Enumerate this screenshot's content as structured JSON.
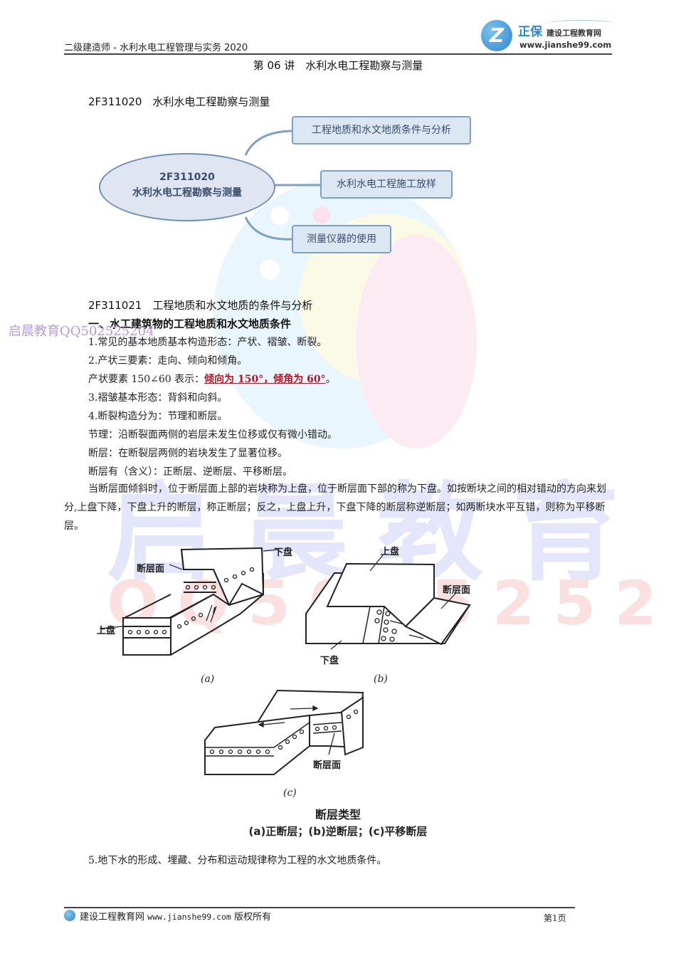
{
  "header": {
    "doc_series": "二级建造师 - 水利水电工程管理与实务 2020",
    "logo": {
      "brand": "正保",
      "sub": "建设工程教育网",
      "url": "www.jianshe99.com"
    },
    "title": "第 06 讲　水利水电工程勘察与测量"
  },
  "section1": {
    "heading": "2F311020　水利水电工程勘察与测量",
    "mindmap": {
      "center_code": "2F311020",
      "center_title": "水利水电工程勘察与测量",
      "branches": [
        "工程地质和水文地质条件与分析",
        "水利水电工程施工放样",
        "测量仪器的使用"
      ]
    }
  },
  "section2": {
    "heading": "2F311021　工程地质和水文地质的条件与分析",
    "subheading": "一、水工建筑物的工程地质和水文地质条件",
    "lines": {
      "l1": "1.常见的基本地质基本构造形态：产状、褶皱、断裂。",
      "l2": "2.产状三要素：走向、倾向和倾角。",
      "l3_prefix": "产状要素 150∠60 表示：",
      "l3_highlight": "倾向为 150°，倾角为 60°",
      "l3_suffix": "。",
      "l4": "3.褶皱基本形态：背斜和向斜。",
      "l5": "4.断裂构造分为：节理和断层。",
      "l6": "节理：沿断裂面两侧的岩层未发生位移或仅有微小错动。",
      "l7": "断层：在断裂层两侧的岩块发生了显著位移。",
      "l8": "断层有（含义）：正断层、逆断层、平移断层。"
    },
    "paragraph": "当断层面倾斜时，位于断层面上部的岩块称为上盘，位于断层面下部的称为下盘。如按断块之间的相对错动的方向来划分,上盘下降，下盘上升的断层，称正断层；反之，上盘上升，下盘下降的断层称逆断层；如两断块水平互错，则称为平移断层。",
    "figure": {
      "a": {
        "label": "(a)",
        "hanging_wall": "上盘",
        "footwall": "下盘",
        "fault_plane": "断层面"
      },
      "b": {
        "label": "(b)",
        "hanging_wall": "上盘",
        "footwall": "下盘",
        "fault_plane": "断层面"
      },
      "c": {
        "label": "(c)",
        "fault_plane": "断层面"
      },
      "caption_title": "断层类型",
      "caption_sub": "(a)正断层；(b)逆断层；(c)平移断层"
    },
    "l9": "5.地下水的形成、埋藏、分布和运动规律称为工程的水文地质条件。"
  },
  "watermark": {
    "side_text": "启晨教育QQ502525204",
    "big_text": "启晨教育",
    "qq_text": "QQ502525204"
  },
  "footer": {
    "site": "建设工程教育网",
    "url": "www.jianshe99.com",
    "rights": "版权所有",
    "page": "第1页"
  },
  "colors": {
    "highlight_red": "#b0182a",
    "mindmap_fill": "#dce7f4",
    "mindmap_border": "#7ea0c6",
    "brand_blue": "#2a86cf"
  }
}
